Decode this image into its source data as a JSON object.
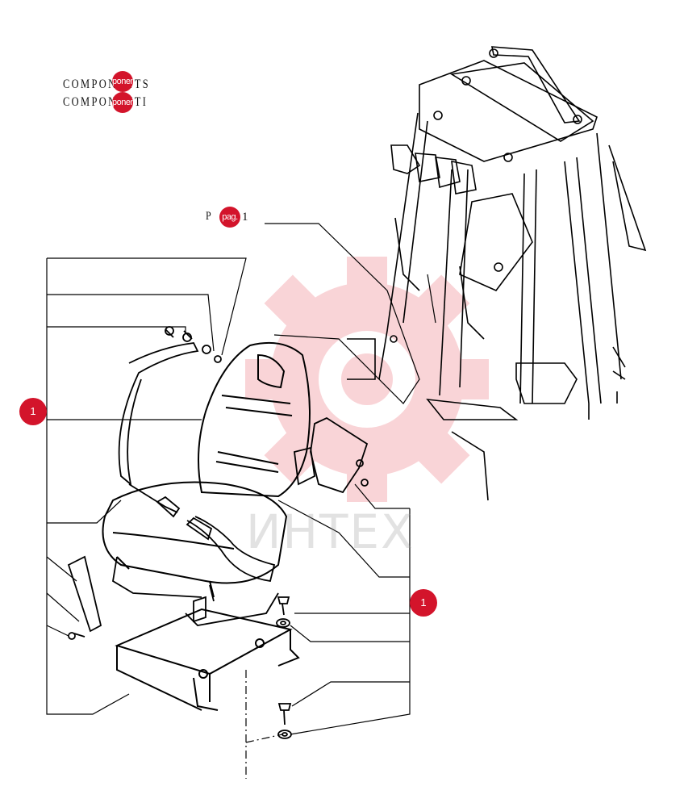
{
  "header": {
    "line1": "COMPONENTS",
    "line2": "COMPONENTI",
    "marker1": "ponent",
    "marker2": "ponent"
  },
  "reference": {
    "prefix": "P",
    "badge": "pag.",
    "suffix": "1"
  },
  "callouts": [
    {
      "label": "1"
    },
    {
      "label": "1"
    }
  ],
  "watermark": {
    "text": "ИНТЕХ"
  },
  "colors": {
    "badge": "#d3142b",
    "line_art": "#000000",
    "watermark": "#f2a7ad"
  }
}
